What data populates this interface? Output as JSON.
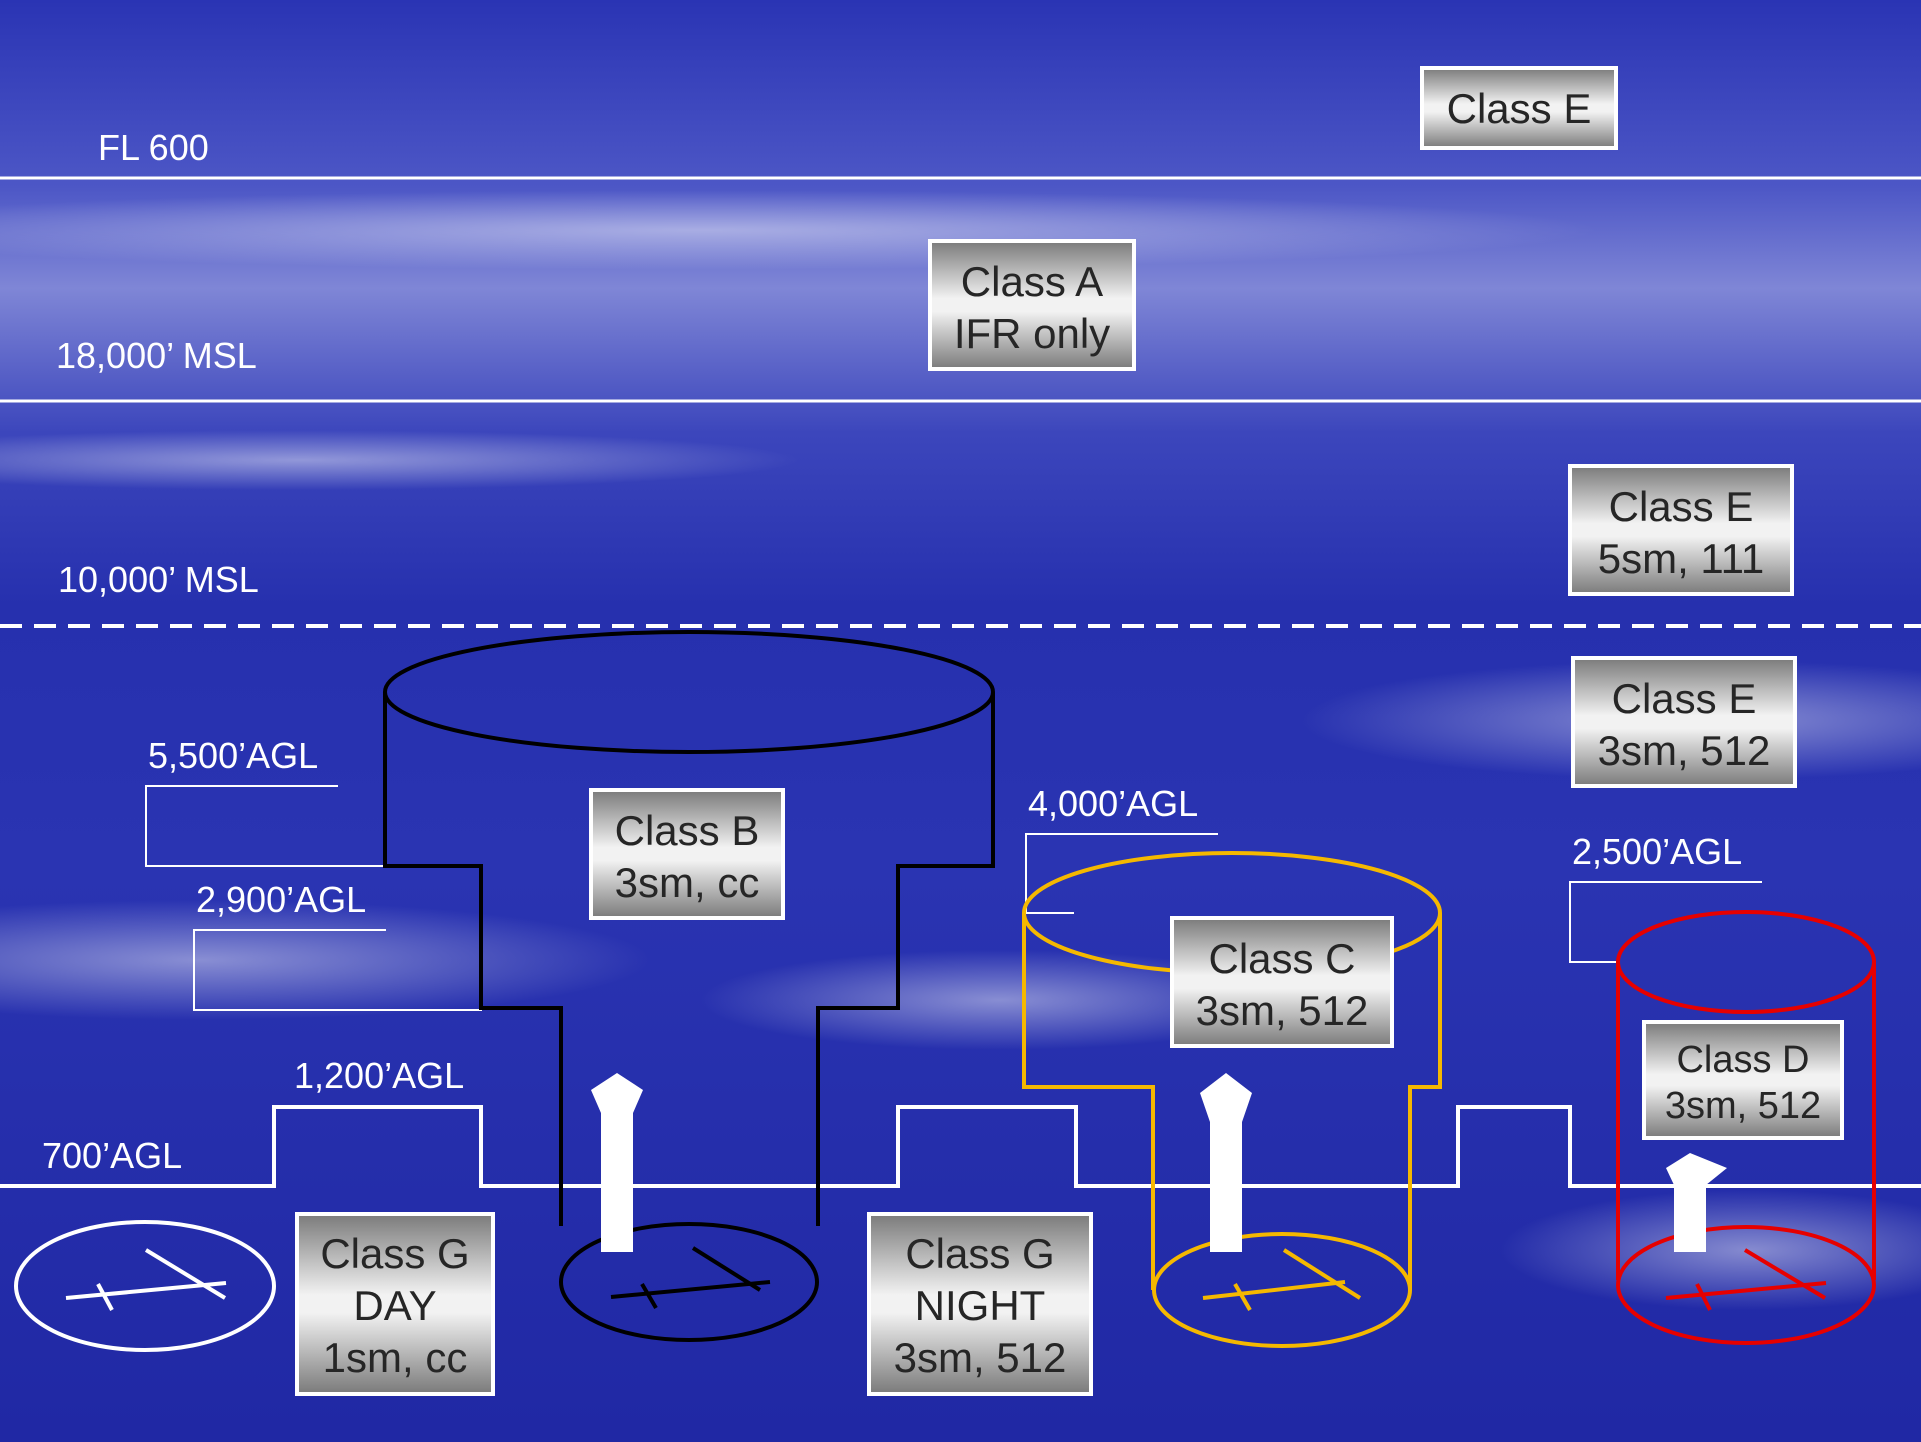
{
  "altitudes": {
    "fl600": "FL 600",
    "msl18000": "18,000’ MSL",
    "msl10000": "10,000’ MSL",
    "agl5500": "5,500’AGL",
    "agl2900": "2,900’AGL",
    "agl1200": "1,200’AGL",
    "agl700": "700’AGL",
    "agl4000": "4,000’AGL",
    "agl2500": "2,500’AGL"
  },
  "boxes": {
    "class_e_top": {
      "line1": "Class E"
    },
    "class_a": {
      "line1": "Class A",
      "line2": "IFR only"
    },
    "class_e_upper": {
      "line1": "Class E",
      "line2": "5sm, 111"
    },
    "class_e_lower": {
      "line1": "Class E",
      "line2": "3sm, 512"
    },
    "class_b": {
      "line1": "Class B",
      "line2": "3sm, cc"
    },
    "class_c": {
      "line1": "Class C",
      "line2": "3sm, 512"
    },
    "class_d": {
      "line1": "Class D",
      "line2": "3sm, 512"
    },
    "class_g_day": {
      "line1": "Class G",
      "line2": "DAY",
      "line3": "1sm, cc"
    },
    "class_g_night": {
      "line1": "Class G",
      "line2": "NIGHT",
      "line3": "3sm, 512"
    }
  },
  "colors": {
    "sky": "#2430b0",
    "class_b": "#000000",
    "class_c": "#f5b800",
    "class_d": "#e60000",
    "lines": "#ffffff"
  },
  "icons": [
    "runway-icon",
    "up-arrow-icon"
  ]
}
